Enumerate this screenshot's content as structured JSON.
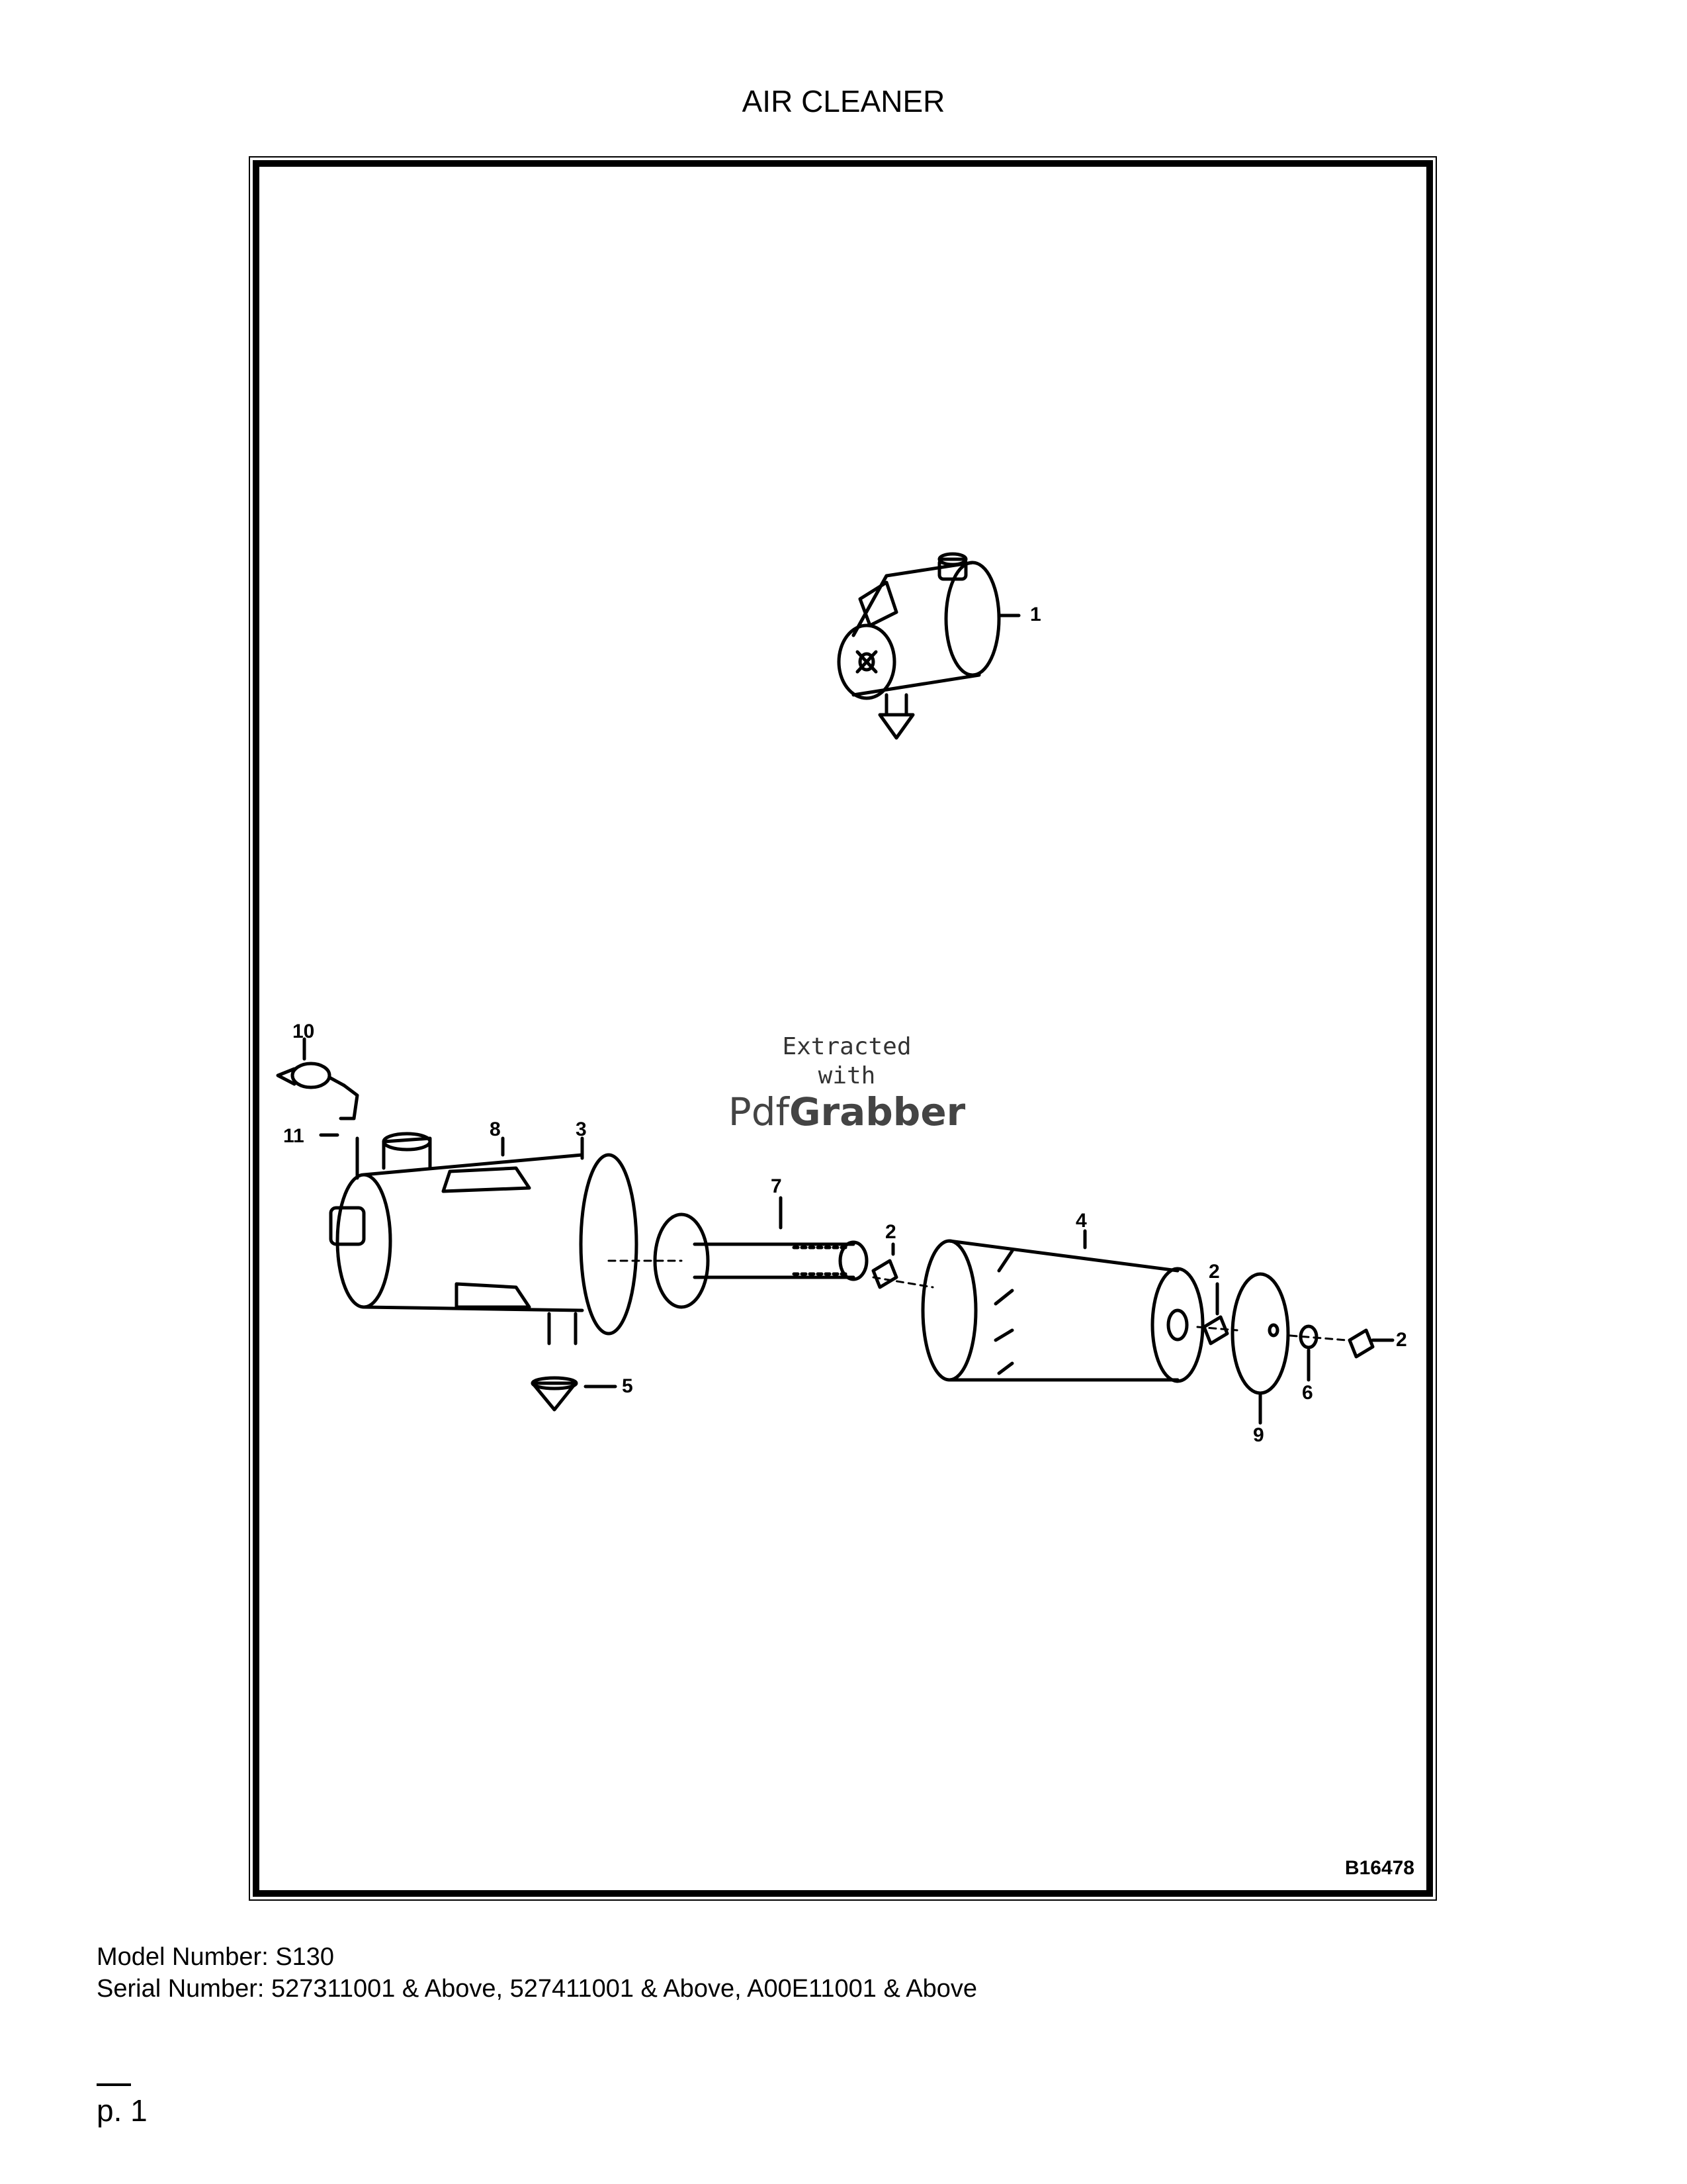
{
  "header": {
    "title": "AIR CLEANER"
  },
  "diagram": {
    "figure_code": "B16478",
    "callouts": {
      "c1": "1",
      "c2a": "2",
      "c2b": "2",
      "c2c": "2",
      "c3": "3",
      "c4": "4",
      "c5": "5",
      "c6": "6",
      "c7": "7",
      "c8": "8",
      "c9": "9",
      "c10": "10",
      "c11": "11"
    },
    "watermark": {
      "line1": "Extracted",
      "line2": "with",
      "brand_light": "Pdf",
      "brand_bold": "Grabber"
    }
  },
  "footer": {
    "model": "Model Number: S130",
    "serial": "Serial Number: 527311001 & Above, 527411001 & Above, A00E11001 & Above"
  },
  "page": {
    "number": "p. 1"
  }
}
